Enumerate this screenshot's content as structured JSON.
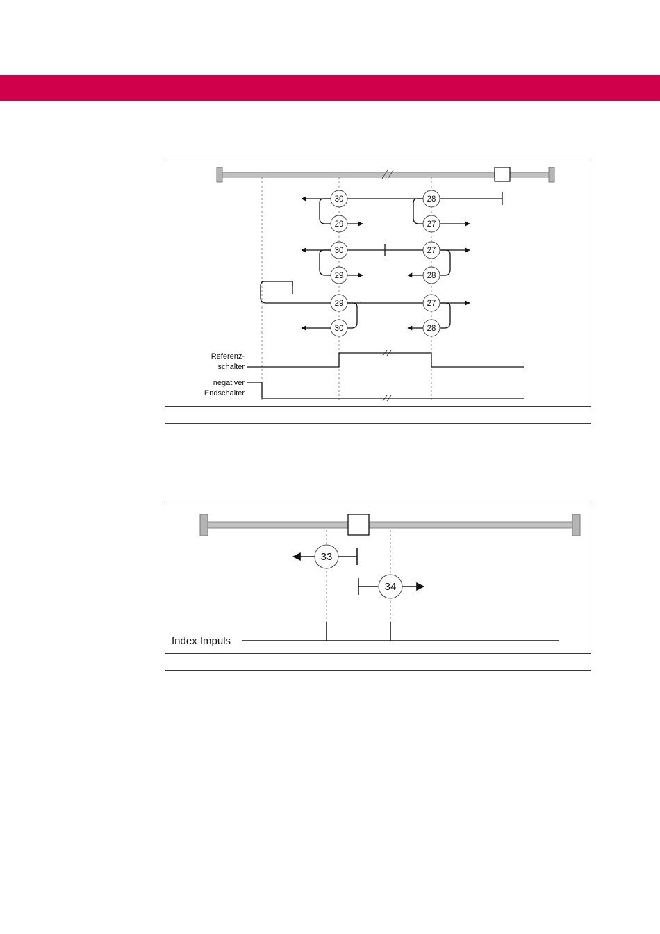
{
  "page": {
    "accent_color": "#d1004b"
  },
  "figure1": {
    "markers": [
      {
        "id": "m30a",
        "label": "30"
      },
      {
        "id": "m28a",
        "label": "28"
      },
      {
        "id": "m29a",
        "label": "29"
      },
      {
        "id": "m27a",
        "label": "27"
      },
      {
        "id": "m30b",
        "label": "30"
      },
      {
        "id": "m27b",
        "label": "27"
      },
      {
        "id": "m29b",
        "label": "29"
      },
      {
        "id": "m28b",
        "label": "28"
      },
      {
        "id": "m29c",
        "label": "29"
      },
      {
        "id": "m27c",
        "label": "27"
      },
      {
        "id": "m30c",
        "label": "30"
      },
      {
        "id": "m28c",
        "label": "28"
      }
    ],
    "signals": {
      "reference_switch": [
        "Referenz-",
        "schalter"
      ],
      "negative_limit_switch": [
        "negativer",
        "Endschalter"
      ]
    }
  },
  "figure2": {
    "markers": [
      {
        "id": "m33",
        "label": "33"
      },
      {
        "id": "m34",
        "label": "34"
      }
    ],
    "signals": {
      "index_pulse": "Index Impuls"
    }
  }
}
